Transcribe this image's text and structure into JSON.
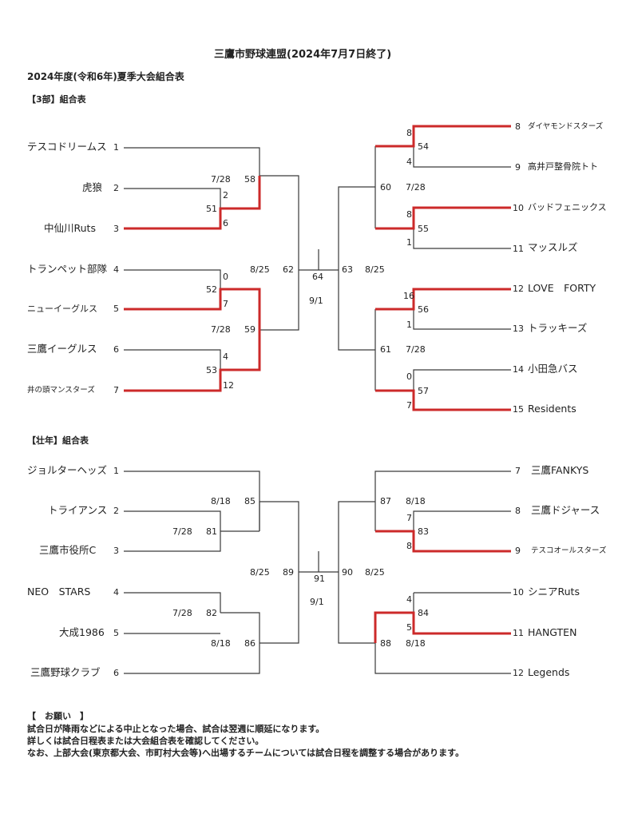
{
  "header": {
    "title": "三鷹市野球連盟(2024年7月7日終了)",
    "subtitle": "2024年度(令和6年)夏季大会組合表"
  },
  "division3": {
    "heading": "【3部】組合表",
    "left_teams": [
      {
        "name": "テスコドリームス",
        "seed": "1"
      },
      {
        "name": "虎狼",
        "seed": "2"
      },
      {
        "name": "中仙川Ruts",
        "seed": "3"
      },
      {
        "name": "トランペット部隊",
        "seed": "4"
      },
      {
        "name": "ニューイーグルス",
        "seed": "5"
      },
      {
        "name": "三鷹イーグルス",
        "seed": "6"
      },
      {
        "name": "井の頭マンスターズ",
        "seed": "7"
      }
    ],
    "right_teams": [
      {
        "name": "ダイヤモンドスターズ",
        "seed": "8"
      },
      {
        "name": "高井戸整骨院トト",
        "seed": "9"
      },
      {
        "name": "バッドフェニックス",
        "seed": "10"
      },
      {
        "name": "マッスルズ",
        "seed": "11"
      },
      {
        "name": "LOVE　FORTY",
        "seed": "12"
      },
      {
        "name": "トラッキーズ",
        "seed": "13"
      },
      {
        "name": "小田急バス",
        "seed": "14"
      },
      {
        "name": "Residents",
        "seed": "15"
      }
    ],
    "labels": {
      "l_51": "51",
      "l_51_top": "2",
      "l_51_bot": "6",
      "l_52": "52",
      "l_52_top": "0",
      "l_52_bot": "7",
      "l_53": "53",
      "l_53_top": "4",
      "l_53_bot": "12",
      "l_58": "58",
      "l_58_date": "7/28",
      "l_59": "59",
      "l_59_date": "7/28",
      "l_62": "62",
      "l_62_date": "8/25",
      "final": "64",
      "final_date": "9/1",
      "r_63": "63",
      "r_63_date": "8/25",
      "r_54": "54",
      "r_54_top": "8",
      "r_54_bot": "4",
      "r_55": "55",
      "r_55_top": "8",
      "r_55_bot": "1",
      "r_56": "56",
      "r_56_top": "16",
      "r_56_bot": "1",
      "r_57": "57",
      "r_57_top": "0",
      "r_57_bot": "7",
      "r_60": "60",
      "r_60_date": "7/28",
      "r_61": "61",
      "r_61_date": "7/28"
    }
  },
  "veteran": {
    "heading": "【壮年】組合表",
    "left_teams": [
      {
        "name": "ジョルターヘッズ",
        "seed": "1"
      },
      {
        "name": "トライアンス",
        "seed": "2"
      },
      {
        "name": "三鷹市役所C",
        "seed": "3"
      },
      {
        "name": "NEO　STARS",
        "seed": "4"
      },
      {
        "name": "大成1986",
        "seed": "5"
      },
      {
        "name": "三鷹野球クラブ",
        "seed": "6"
      }
    ],
    "right_teams": [
      {
        "name": "三鷹FANKYS",
        "seed": "7"
      },
      {
        "name": "三鷹ドジャース",
        "seed": "8"
      },
      {
        "name": "テスコオールスターズ",
        "seed": "9"
      },
      {
        "name": "シニアRuts",
        "seed": "10"
      },
      {
        "name": "HANGTEN",
        "seed": "11"
      },
      {
        "name": "Legends",
        "seed": "12"
      }
    ],
    "labels": {
      "l_81": "81",
      "l_81_date": "7/28",
      "l_85": "85",
      "l_85_date": "8/18",
      "l_82": "82",
      "l_82_date": "7/28",
      "l_86": "86",
      "l_86_date": "8/18",
      "l_89": "89",
      "l_89_date": "8/25",
      "final": "91",
      "final_date": "9/1",
      "r_90": "90",
      "r_90_date": "8/25",
      "r_87": "87",
      "r_87_date": "8/18",
      "r_83": "83",
      "r_83_top": "7",
      "r_83_bot": "8",
      "r_84": "84",
      "r_84_top": "4",
      "r_84_bot": "5",
      "r_88": "88",
      "r_88_date": "8/18"
    }
  },
  "notice": {
    "heading": "【　お願い　】",
    "lines": [
      "試合日が降雨などによる中止となった場合、試合は翌週に順延になります。",
      "詳しくは試合日程表または大会組合表を確認してください。",
      "なお、上部大会(東京都大会、市町村大会等)へ出場するチームについては試合日程を調整する場合があります。"
    ]
  },
  "colors": {
    "winner_line": "#cc2a2a",
    "bracket_line": "#3a3a3a"
  }
}
